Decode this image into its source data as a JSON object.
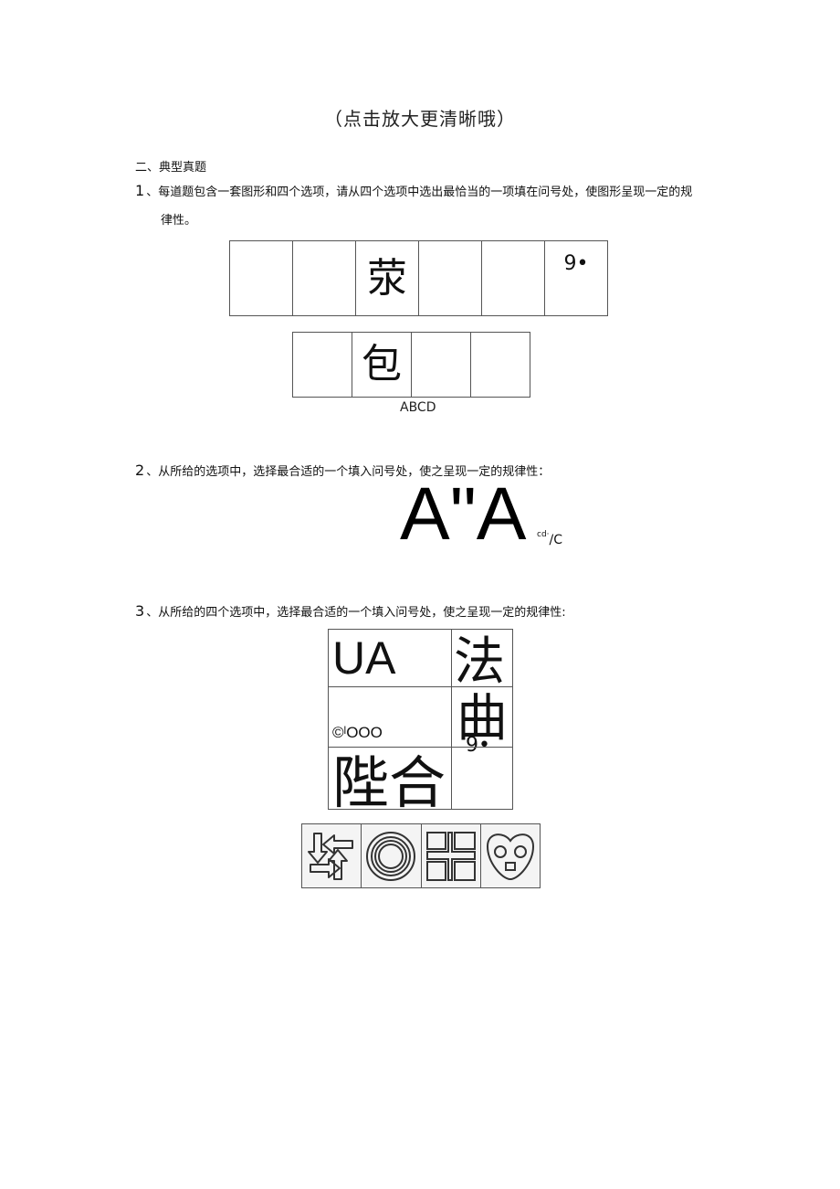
{
  "header": {
    "title": "（点击放大更清晰哦）"
  },
  "section": {
    "label": "二、典型真题"
  },
  "questions": [
    {
      "number": "1",
      "text_line1": "、每道题包含一套图形和四个选项，请从四个选项中选出最恰当的一项填在问号处，使图形呈现一定的规",
      "text_line2": "律性。",
      "top_row": [
        "",
        "",
        "荥",
        "",
        "",
        "9•"
      ],
      "option_row": [
        "",
        "包",
        "",
        ""
      ],
      "options_caption": "ABCD"
    },
    {
      "number": "2",
      "text": "、从所给的选项中，选择最合适的一个填入问号处，使之呈现一定的规律性：",
      "figure_text": "A\"A",
      "options_caption": "cd·/C"
    },
    {
      "number": "3",
      "text": "、从所给的四个选项中，选择最合适的一个填入问号处，使之呈现一定的规律性:",
      "grid": {
        "cell_ua": "UA",
        "cell_fa": "法",
        "cell_symbols": "©ˡOOO",
        "cell_qu": "曲",
        "cell_ninedot": "9•",
        "cell_luhe": "陛合"
      },
      "options": [
        {
          "id": "A",
          "icon": "arrows-swirl-icon"
        },
        {
          "id": "B",
          "icon": "concentric-circles-icon"
        },
        {
          "id": "C",
          "icon": "cross-squares-icon"
        },
        {
          "id": "D",
          "icon": "heart-face-icon"
        }
      ]
    }
  ]
}
